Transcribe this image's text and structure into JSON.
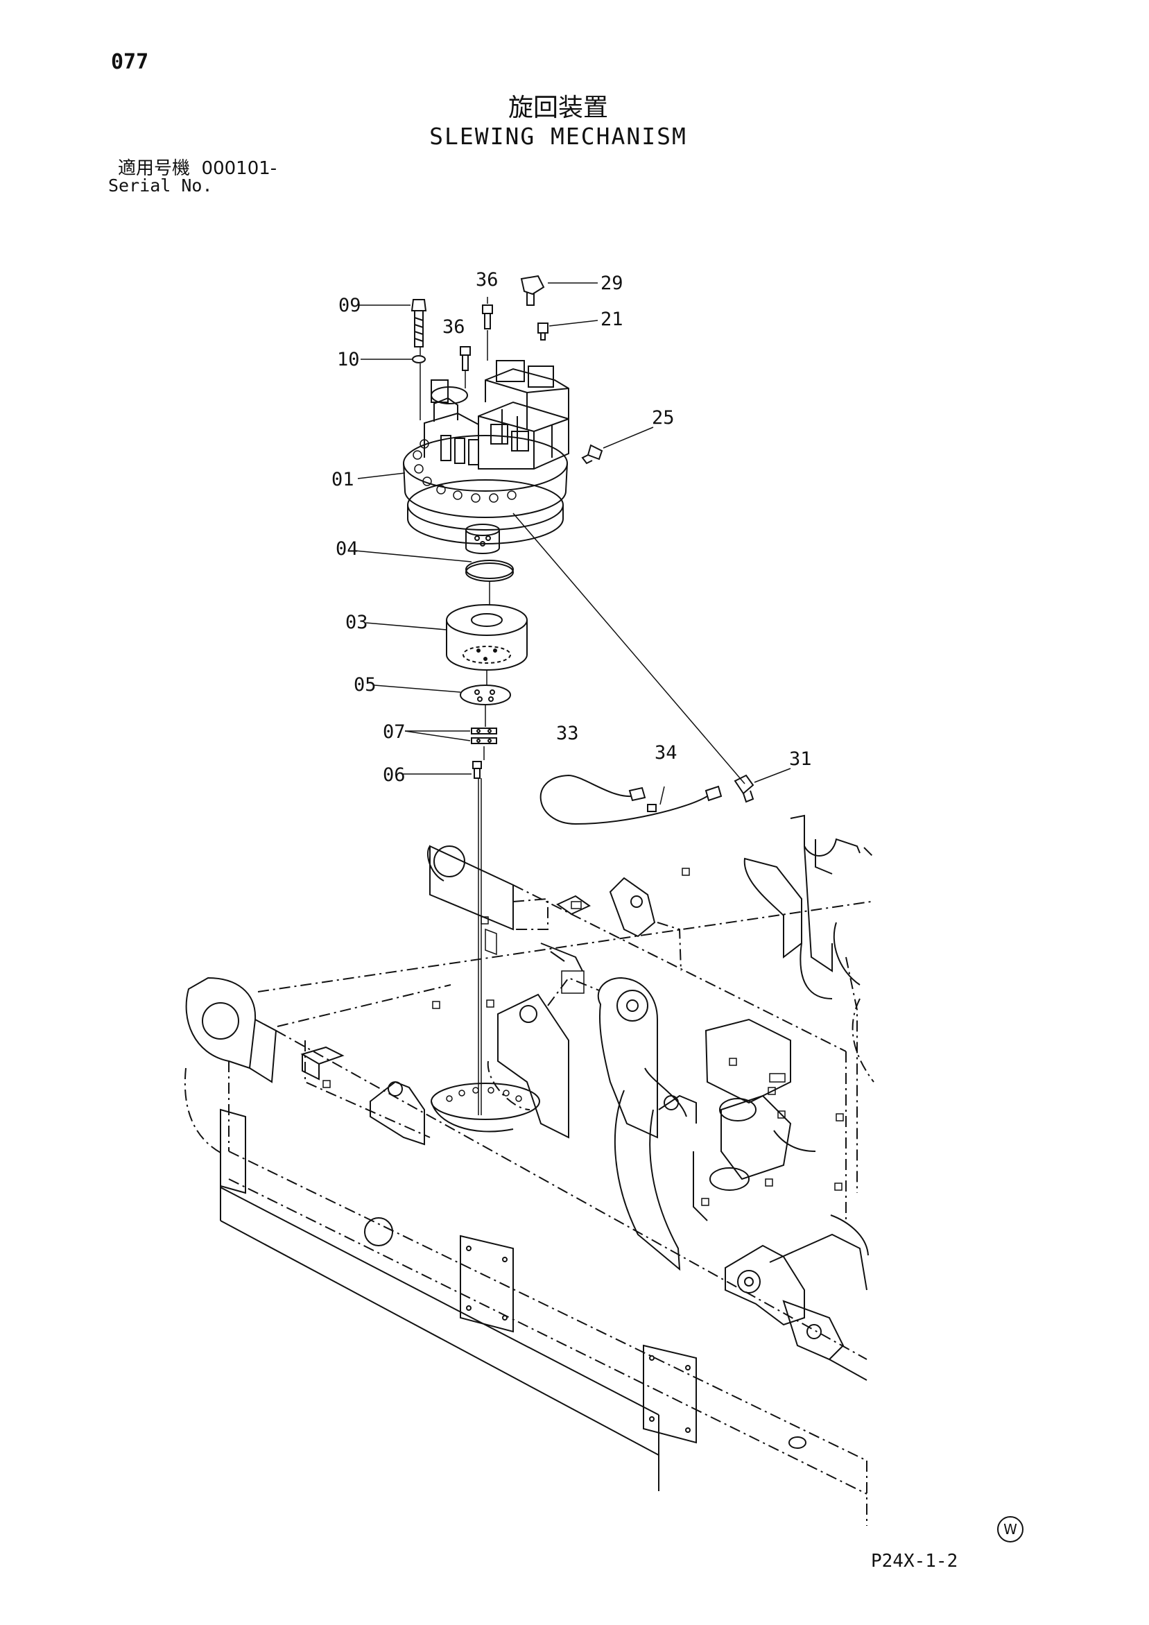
{
  "header": {
    "page_number": "077",
    "title_jp": "旋回装置",
    "title_en": "SLEWING MECHANISM",
    "serial_label_jp": "適用号機",
    "serial_value": "000101-",
    "serial_label_en": "Serial No."
  },
  "callouts": [
    {
      "id": "09",
      "text": "09"
    },
    {
      "id": "36a",
      "text": "36"
    },
    {
      "id": "29",
      "text": "29"
    },
    {
      "id": "21",
      "text": "21"
    },
    {
      "id": "36b",
      "text": "36"
    },
    {
      "id": "10",
      "text": "10"
    },
    {
      "id": "25",
      "text": "25"
    },
    {
      "id": "01",
      "text": "01"
    },
    {
      "id": "04",
      "text": "04"
    },
    {
      "id": "03",
      "text": "03"
    },
    {
      "id": "05",
      "text": "05"
    },
    {
      "id": "07",
      "text": "07"
    },
    {
      "id": "06",
      "text": "06"
    },
    {
      "id": "33",
      "text": "33"
    },
    {
      "id": "34",
      "text": "34"
    },
    {
      "id": "31",
      "text": "31"
    }
  ],
  "footer": {
    "mark": "W",
    "drawing_code": "P24X-1-2"
  }
}
